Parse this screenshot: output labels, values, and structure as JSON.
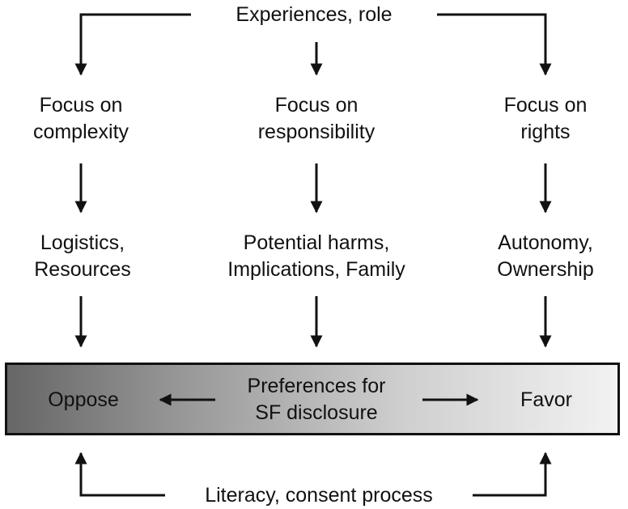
{
  "top_label": "Experiences, role",
  "bottom_label": "Literacy, consent process",
  "columns": {
    "left": {
      "focus": [
        "Focus on",
        "complexity"
      ],
      "factors": [
        "Logistics,",
        "Resources"
      ]
    },
    "middle": {
      "focus": [
        "Focus on",
        "responsibility"
      ],
      "factors": [
        "Potential harms,",
        "Implications, Family"
      ]
    },
    "right": {
      "focus": [
        "Focus on",
        "rights"
      ],
      "factors": [
        "Autonomy,",
        "Ownership"
      ]
    }
  },
  "bar": {
    "left_label": "Oppose",
    "center_label": [
      "Preferences for",
      "SF disclosure"
    ],
    "right_label": "Favor"
  }
}
